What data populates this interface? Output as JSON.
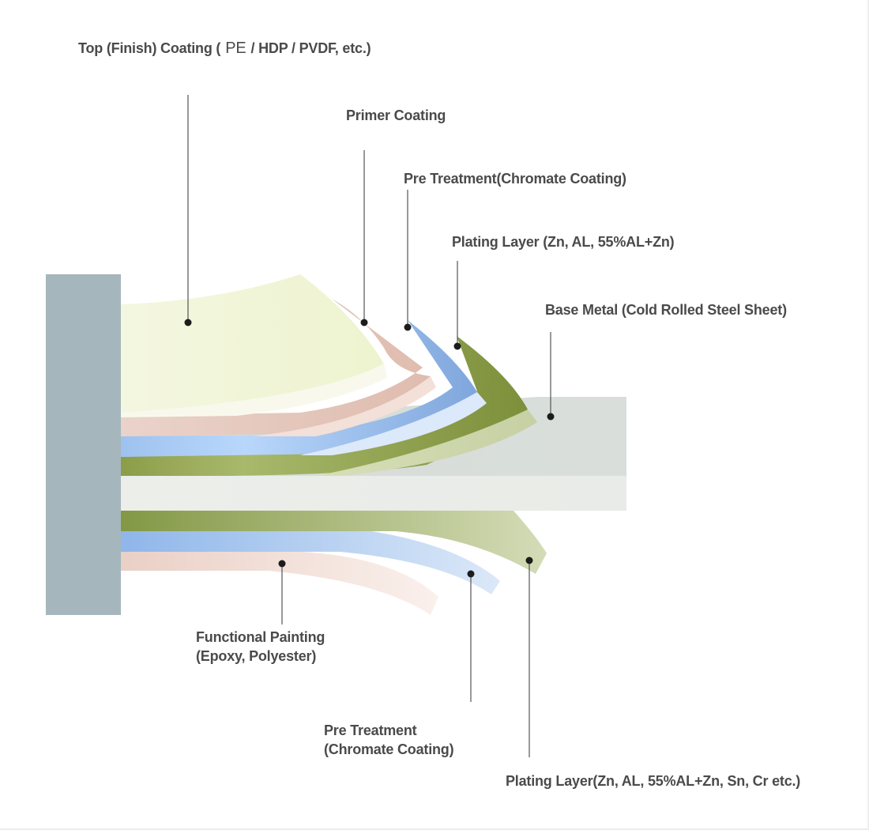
{
  "labels": {
    "top_coating_prefix": "Top (Finish) Coating (",
    "top_coating_pe": "PE",
    "top_coating_suffix": "/ HDP / PVDF, etc.)",
    "primer": "Primer Coating",
    "pretreat_top": "Pre Treatment(Chromate Coating)",
    "plating_top": "Plating Layer (Zn, AL, 55%AL+Zn)",
    "base_metal": "Base Metal (Cold Rolled Steel Sheet)",
    "functional_line1": "Functional Painting",
    "functional_line2": "(Epoxy, Polyester)",
    "pretreat_bottom_line1": "Pre Treatment",
    "pretreat_bottom_line2": "(Chromate Coating)",
    "plating_bottom": "Plating Layer(Zn, AL, 55%AL+Zn, Sn, Cr etc.)"
  },
  "colors": {
    "clamp": "#a6b6bd",
    "top_coating": "#f1f5d6",
    "primer": "#e6c8bd",
    "pretreat": "#8fb5e6",
    "plating": "#8a9a4d",
    "base_metal": "#e3e7e3",
    "leader": "#555555"
  }
}
